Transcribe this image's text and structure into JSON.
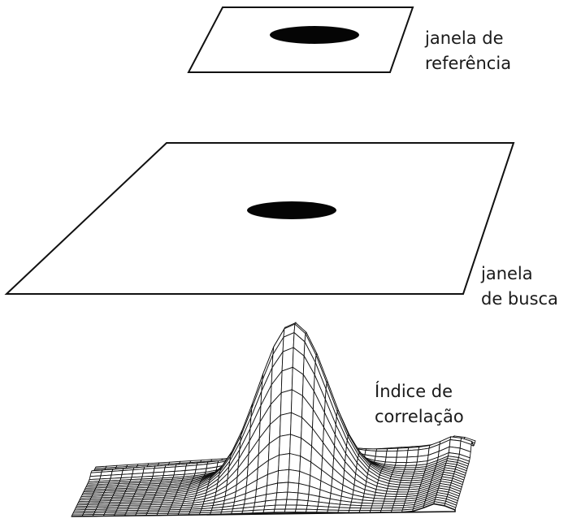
{
  "labels": {
    "reference_window": [
      "janela de",
      "referência"
    ],
    "search_window": [
      "janela",
      "de busca"
    ],
    "correlation_index": [
      "Índice de",
      "correlação"
    ]
  },
  "colors": {
    "line": "#111111",
    "target": "#050505",
    "background": "#ffffff"
  }
}
